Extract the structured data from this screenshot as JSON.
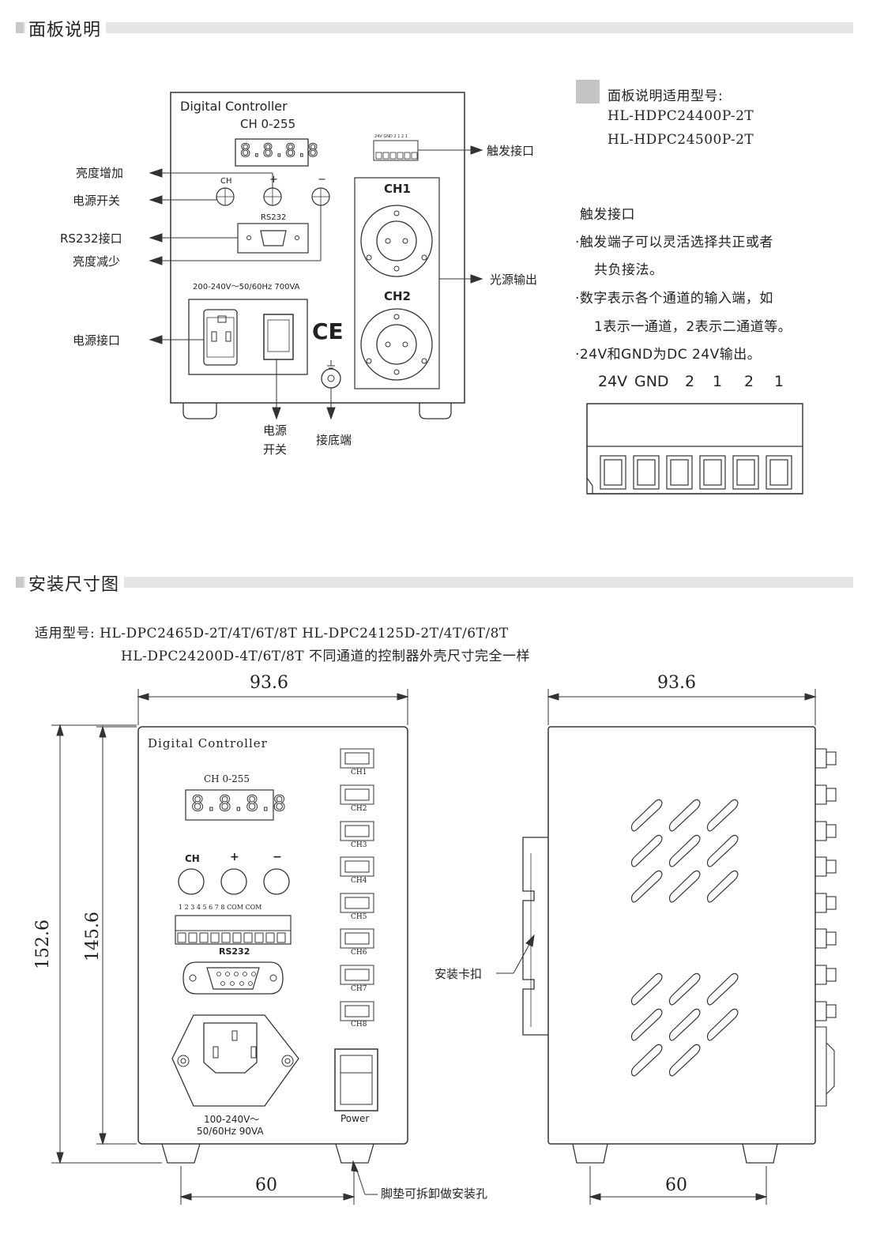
{
  "sections": {
    "panel_title": "面板说明",
    "dimensions_title": "安装尺寸图"
  },
  "panel": {
    "brand": "Digital Controller",
    "ch_range": "CH  0-255",
    "display": "8.8.8.8",
    "btn_ch": "CH",
    "btn_plus": "+",
    "btn_minus": "−",
    "rs232": "RS232",
    "power_rating": "200-240V～50/60Hz 700VA",
    "ch1": "CH1",
    "ch2": "CH2",
    "ce_mark": "CE",
    "trigger_header_small": "24V GND  2  1  2  1",
    "labels_left": {
      "brightness_up": "亮度增加",
      "power_switch": "电源开关",
      "rs232_port": "RS232接口",
      "brightness_down": "亮度减少",
      "power_port": "电源接口"
    },
    "labels_right": {
      "trigger_port": "触发接口",
      "light_output": "光源输出"
    },
    "labels_bottom": {
      "power_switch_line1": "电源",
      "power_switch_line2": "开关",
      "ground": "接底端"
    }
  },
  "models_box": {
    "heading": "面板说明适用型号:",
    "model_1": "HL-HDPC24400P-2T",
    "model_2": "HL-HDPC24500P-2T"
  },
  "trigger_info": {
    "title": "触发接口",
    "line_1": "·触发端子可以灵活选择共正或者",
    "line_2": "共负接法。",
    "line_3": "·数字表示各个通道的输入端，如",
    "line_4": "1表示一通道，2表示二通道等。",
    "line_5": "·24V和GND为DC 24V输出。",
    "pins": [
      "24V",
      "GND",
      "2",
      "1",
      "2",
      "1"
    ]
  },
  "applicable": {
    "line_1": "适用型号: HL-DPC2465D-2T/4T/6T/8T  HL-DPC24125D-2T/4T/6T/8T",
    "line_2": "HL-DPC24200D-4T/6T/8T  不同通道的控制器外壳尺寸完全一样"
  },
  "front_view": {
    "brand": "Digital Controller",
    "ch_range": "CH   0-255",
    "display": "8.8.8.8",
    "btn_ch": "CH",
    "btn_plus": "+",
    "btn_minus": "−",
    "terminal_numbers": "1  2  3  4  5  6  7  8  COM COM",
    "rs232": "RS232",
    "power_rating_1": "100-240V～",
    "power_rating_2": "50/60Hz  90VA",
    "power_label": "Power",
    "channels": [
      "CH1",
      "CH2",
      "CH3",
      "CH4",
      "CH5",
      "CH6",
      "CH7",
      "CH8"
    ]
  },
  "dimensions": {
    "width_front": "93.6",
    "width_side": "93.6",
    "height_total": "152.6",
    "height_body": "145.6",
    "foot_front": "60",
    "foot_side": "60",
    "clip_label": "安装卡扣",
    "foot_note": "脚垫可拆卸做安装孔"
  }
}
